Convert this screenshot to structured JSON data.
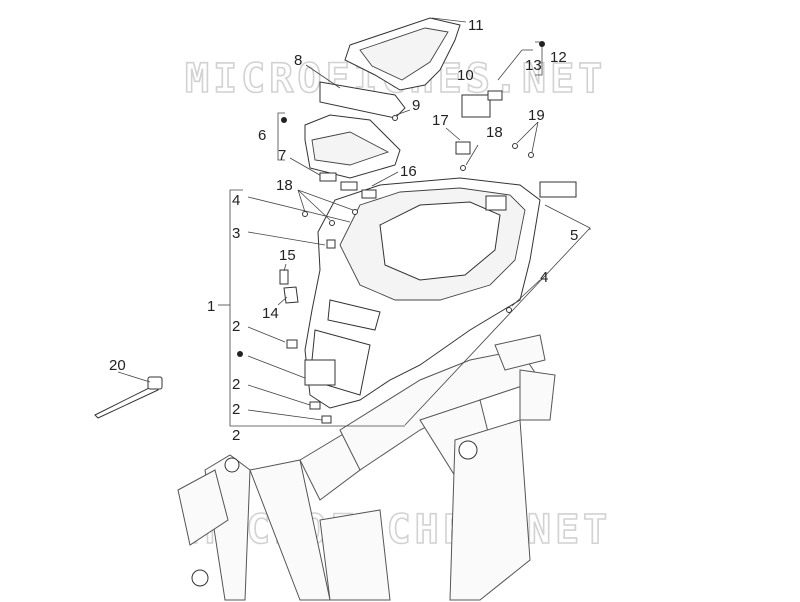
{
  "watermark": [
    "MICROFICHES.NET",
    "MICROFICHES.NET"
  ],
  "callouts": {
    "c1": "1",
    "c2a": "2",
    "c2b": "2",
    "c2c": "2",
    "c2d": "2",
    "c3": "3",
    "c4a": "4",
    "c4b": "4",
    "c5": "5",
    "c6": "6",
    "c7": "7",
    "c8": "8",
    "c9": "9",
    "c10": "10",
    "c11": "11",
    "c12": "12",
    "c13": "13",
    "c14": "14",
    "c15": "15",
    "c16": "16",
    "c17": "17",
    "c18a": "18",
    "c18b": "18",
    "c19": "19",
    "c20": "20"
  }
}
